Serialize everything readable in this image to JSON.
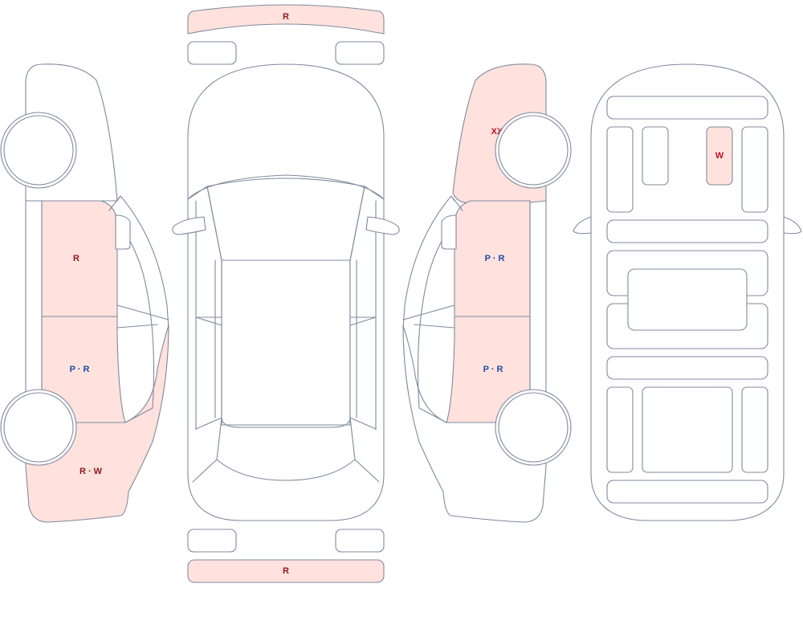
{
  "colors": {
    "outline": "#7f8b9e",
    "damage_fill": "#ffe1de",
    "code_dark_red": "#8a1a1a",
    "code_blue": "#1b4fa3",
    "code_bright_red": "#c0131f"
  },
  "views": {
    "top": {
      "front_bumper": "R",
      "rear_bumper": "R"
    },
    "left": {
      "front_door": "R",
      "rear_door": "P · R",
      "rear_quarter": "R · W"
    },
    "right": {
      "front_fender": "XX",
      "front_door": "P · R",
      "rear_door": "P · R"
    },
    "interior": {
      "front_seat": "W"
    }
  }
}
